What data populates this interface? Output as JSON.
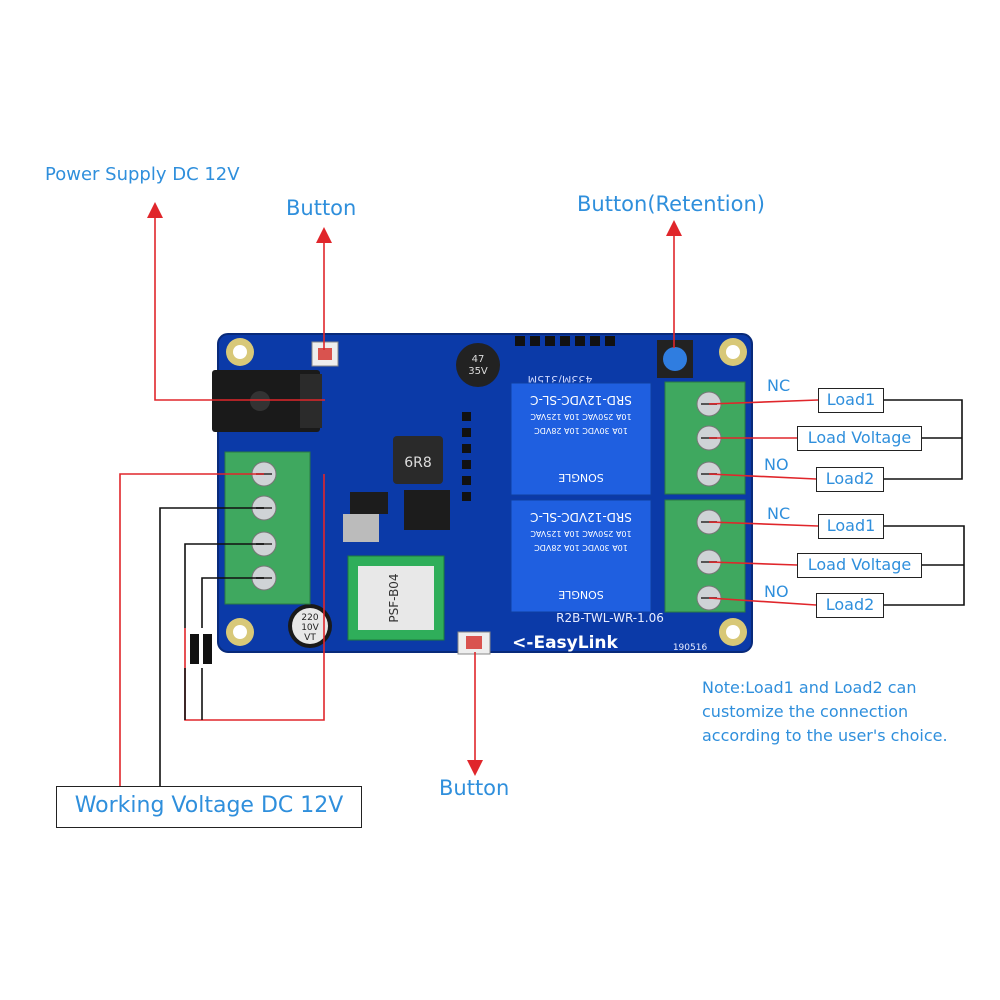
{
  "labels": {
    "power_supply": "Power Supply DC 12V",
    "button_top": "Button",
    "button_retention": "Button(Retention)",
    "button_bottom": "Button",
    "working_voltage": "Working Voltage DC 12V",
    "note_line1": "Note:Load1 and Load2 can",
    "note_line2": "customize the connection",
    "note_line3": "according to the user's choice."
  },
  "relay1": {
    "nc": "NC",
    "no": "NO",
    "load1": "Load1",
    "load_voltage": "Load Voltage",
    "load2": "Load2"
  },
  "relay2": {
    "nc": "NC",
    "no": "NO",
    "load1": "Load1",
    "load_voltage": "Load Voltage",
    "load2": "Load2"
  },
  "board": {
    "relay_model": "SRD-12VDC-SL-C",
    "relay_spec1": "10A 250VAC  10A 125VAC",
    "relay_spec2": "10A 30VDC  10A 28VDC",
    "relay_brand": "SONGLE",
    "board_model": "R2B-TWL-WR-1.06",
    "easylink": "<-EasyLink",
    "date_code": "190516",
    "inductor": "6R8",
    "module": "PSF-B04",
    "cap_top_1": "47",
    "cap_top_2": "35V",
    "cap_bottom_1": "220",
    "cap_bottom_2": "10V",
    "cap_bottom_3": "VT",
    "freq": "433M/315M"
  },
  "colors": {
    "label_blue": "#2f8fdc",
    "wire_red": "#e0262b",
    "wire_black": "#111111",
    "pcb_blue": "#0b3aa8",
    "terminal_green": "#3fa85f"
  }
}
